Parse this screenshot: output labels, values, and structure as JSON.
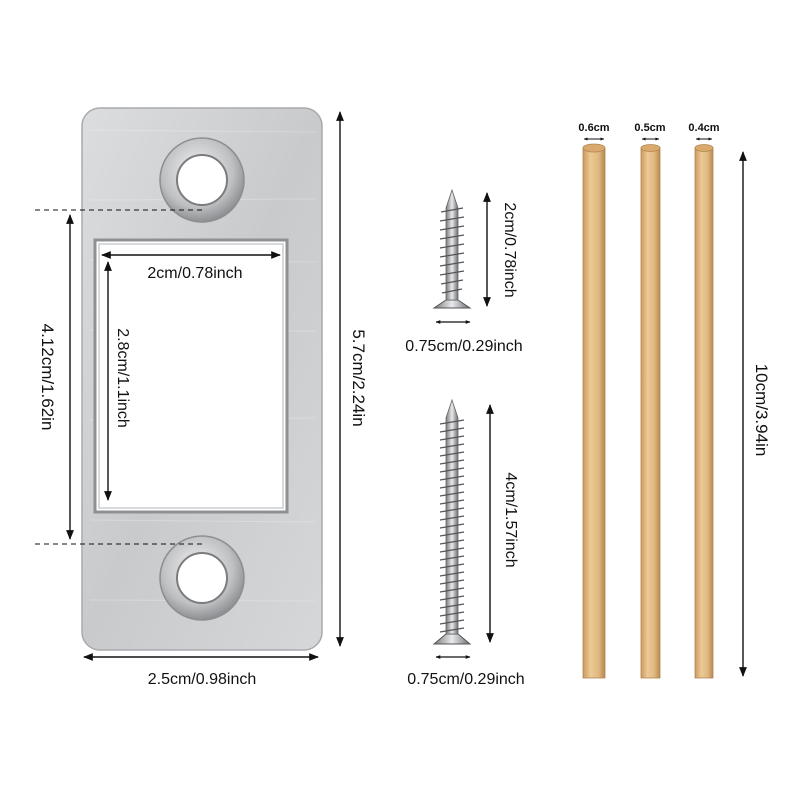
{
  "plate": {
    "inner_width_label": "2cm/0.78inch",
    "inner_height_label": "2.8cm/1.1inch",
    "hole_spacing_label": "4.12cm/1.62in",
    "total_height_label": "5.7cm/2.24in",
    "total_width_label": "2.5cm/0.98inch"
  },
  "short_screw": {
    "length_label": "2cm/0.78inch",
    "head_label": "0.75cm/0.29inch"
  },
  "long_screw": {
    "length_label": "4cm/1.57inch",
    "head_label": "0.75cm/0.29inch"
  },
  "dowels": {
    "diameter_labels": [
      "0.6cm",
      "0.5cm",
      "0.4cm"
    ],
    "length_label": "10cm/3.94in"
  },
  "colors": {
    "steel": "#cfd0d2",
    "wood": "#e3c08e",
    "line": "#111111"
  }
}
